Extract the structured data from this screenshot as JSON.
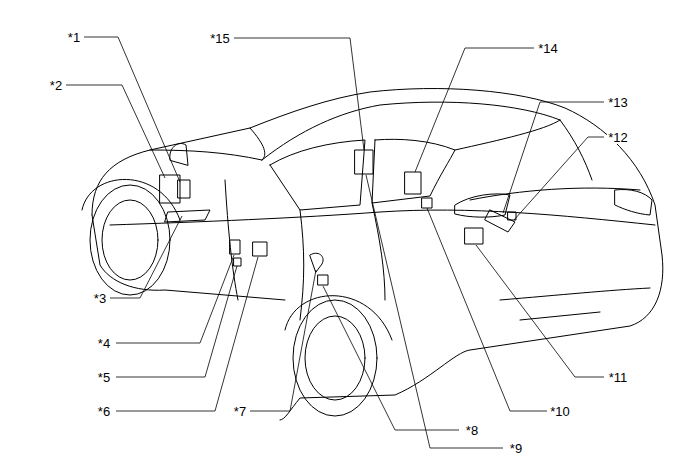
{
  "diagram": {
    "labels": [
      "*1",
      "*2",
      "*3",
      "*4",
      "*5",
      "*6",
      "*7",
      "*8",
      "*9",
      "*10",
      "*11",
      "*12",
      "*13",
      "*14",
      "*15"
    ]
  }
}
